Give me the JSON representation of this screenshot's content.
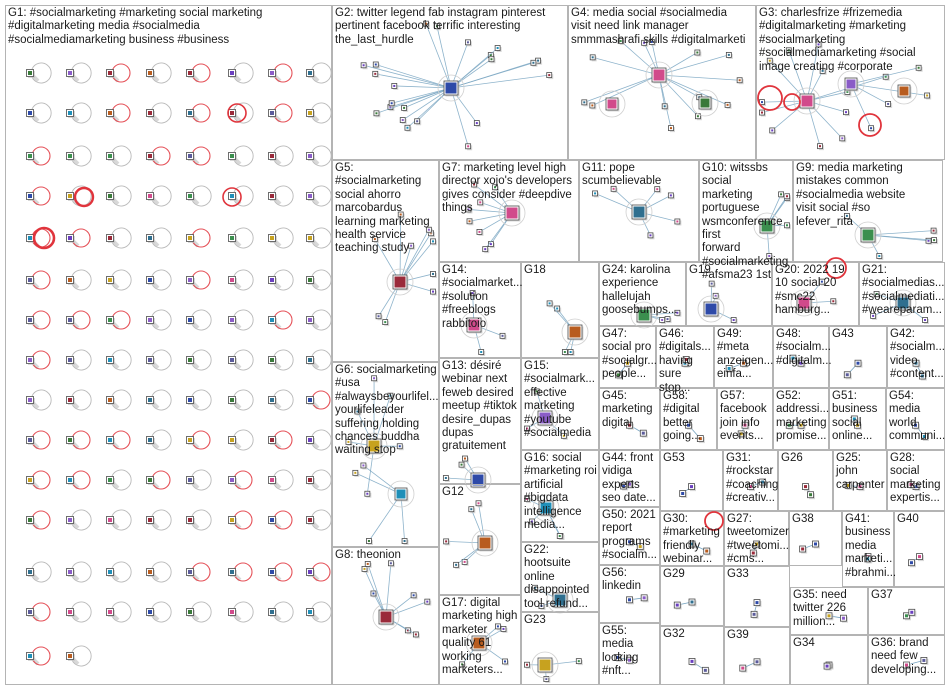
{
  "diagram": {
    "edge_color": "#7aa6c2",
    "loop_color": "#e0343c",
    "node_frame_color": "#4a4a4a",
    "groups": [
      {
        "id": "G1",
        "label": "G1: #socialmarketing #marketing social marketing\n#digitalmarketing media #socialmedia\n#socialmediamarketing business #business"
      },
      {
        "id": "G2",
        "label": "G2: twitter legend fab instagram pinterest\npertinent facebook terrific interesting\nthe_last_hurdle"
      },
      {
        "id": "G4",
        "label": "G4: media social #socialmedia\nvisit need link manager\nsmmmashrafi skills #digitalmarketi"
      },
      {
        "id": "G3",
        "label": "G3: charlesfrize #frizemedia\n#digitalmarketing #marketing\n#socialmarketing\n#socialmediamarketing #social\nimage creating #corporate"
      },
      {
        "id": "G5",
        "label": "G5:\n#socialmarketing\nsocial ahorro\nmarcobardus\nlearning marketing\nhealth service\nteaching study"
      },
      {
        "id": "G7",
        "label": "G7: marketing level high\ndirector xojo's developers\ngives consider #deepdive\nthings"
      },
      {
        "id": "G11",
        "label": "G11: pope\nscumbelievable"
      },
      {
        "id": "G10",
        "label": "G10: witssbs social\nmarketing portuguese\nwsmconference first\nforward\n#socialmarketing\n#afsma23 1st"
      },
      {
        "id": "G9",
        "label": "G9: media marketing\nmistakes common\n#socialmedia website\nvisit social #so\nlefever_rita"
      },
      {
        "id": "G14",
        "label": "G14:\n#socialmarket...\n#solution\n#freeblogs\nrabbitoio"
      },
      {
        "id": "G18",
        "label": "G18"
      },
      {
        "id": "G24",
        "label": "G24: karolina\nexperience\nhallelujah\ngoosebumps..."
      },
      {
        "id": "G19",
        "label": "G19"
      },
      {
        "id": "G20",
        "label": "G20: 2022 19\n10 social 20\n#smc22\nhamburg..."
      },
      {
        "id": "G21",
        "label": "G21:\n#socialmedias...\n#socialmediati...\n#weareparam..."
      },
      {
        "id": "G15",
        "label": "G15:\n#socialmark...\neffective\nmarketing\n#youtube\n#socialmedia"
      },
      {
        "id": "G47",
        "label": "G47:\nsocial pro\n#socialgr...\npeople..."
      },
      {
        "id": "G46",
        "label": "G46:\n#digitals...\nhaving\nsure stop..."
      },
      {
        "id": "G49",
        "label": "G49:\n#meta\nanzeigen...\neinfa..."
      },
      {
        "id": "G48",
        "label": "G48:\n#socialm...\n#digitalm..."
      },
      {
        "id": "G43",
        "label": "G43"
      },
      {
        "id": "G42",
        "label": "G42:\n#socialm...\nvideo\n#content..."
      },
      {
        "id": "G6",
        "label": "G6: socialmarketing\n#usa\n#alwaysbeyourlifel...\nyourlifeleader\nsuffering holding\nchances buddha\nwaiting stop"
      },
      {
        "id": "G13",
        "label": "G13: désiré\nwebinar next\nfeweb desired\nmeetup #tiktok\ndesire_dupas\ndupas\ngratuitement"
      },
      {
        "id": "G45",
        "label": "G45:\nmarketing\ndigital"
      },
      {
        "id": "G58",
        "label": "G58:\n#digital\nbetter\ngoing..."
      },
      {
        "id": "G57",
        "label": "G57:\nfacebook\njoin info\nevents..."
      },
      {
        "id": "G52",
        "label": "G52:\naddressi...\nmarketing\npromise..."
      },
      {
        "id": "G51",
        "label": "G51:\nbusiness\nsocial\nonline..."
      },
      {
        "id": "G54",
        "label": "G54:\nmedia\nworld\ncommuni..."
      },
      {
        "id": "G16",
        "label": "G16: social\n#marketing roi\nartificial\n#bigdata\nintelligence\nmedia..."
      },
      {
        "id": "G44",
        "label": "G44: front\nvidiga\nexperts\nseo date..."
      },
      {
        "id": "G53",
        "label": "G53"
      },
      {
        "id": "G31",
        "label": "G31:\n#rockstar\n#coaching\n#creativ..."
      },
      {
        "id": "G26",
        "label": "G26"
      },
      {
        "id": "G25",
        "label": "G25: john\ncarpenter"
      },
      {
        "id": "G28",
        "label": "G28:\nsocial\nmarketing\nexpertis..."
      },
      {
        "id": "G12",
        "label": "G12"
      },
      {
        "id": "G50",
        "label": "G50: 2021\nreport\nprograms\n#socialm..."
      },
      {
        "id": "G30",
        "label": "G30:\n#marketing\nfriendly\nwebinar..."
      },
      {
        "id": "G27",
        "label": "G27:\ntweetomizer\n#tweetomi...\n#cms..."
      },
      {
        "id": "G38",
        "label": "G38"
      },
      {
        "id": "G41",
        "label": "G41:\nbusiness\nmedia\nmarketi...\n#brahmi..."
      },
      {
        "id": "G40",
        "label": "G40"
      },
      {
        "id": "G8",
        "label": "G8: theonion"
      },
      {
        "id": "G22",
        "label": "G22:\nhootsuite\nonline\ndisappointed\ntool refund..."
      },
      {
        "id": "G56",
        "label": "G56:\nlinkedin"
      },
      {
        "id": "G29",
        "label": "G29"
      },
      {
        "id": "G33",
        "label": "G33"
      },
      {
        "id": "G35",
        "label": "G35: need\ntwitter 226\nmillion..."
      },
      {
        "id": "G37",
        "label": "G37"
      },
      {
        "id": "G17",
        "label": "G17: digital\nmarketing high\nmarketer\nquality 61\nworking\nmarketers..."
      },
      {
        "id": "G23",
        "label": "G23"
      },
      {
        "id": "G55",
        "label": "G55:\nmedia\nlooking\n#nft..."
      },
      {
        "id": "G32",
        "label": "G32"
      },
      {
        "id": "G39",
        "label": "G39"
      },
      {
        "id": "G34",
        "label": "G34"
      },
      {
        "id": "G36",
        "label": "G36: brand\nneed few\ndeveloping..."
      }
    ]
  }
}
